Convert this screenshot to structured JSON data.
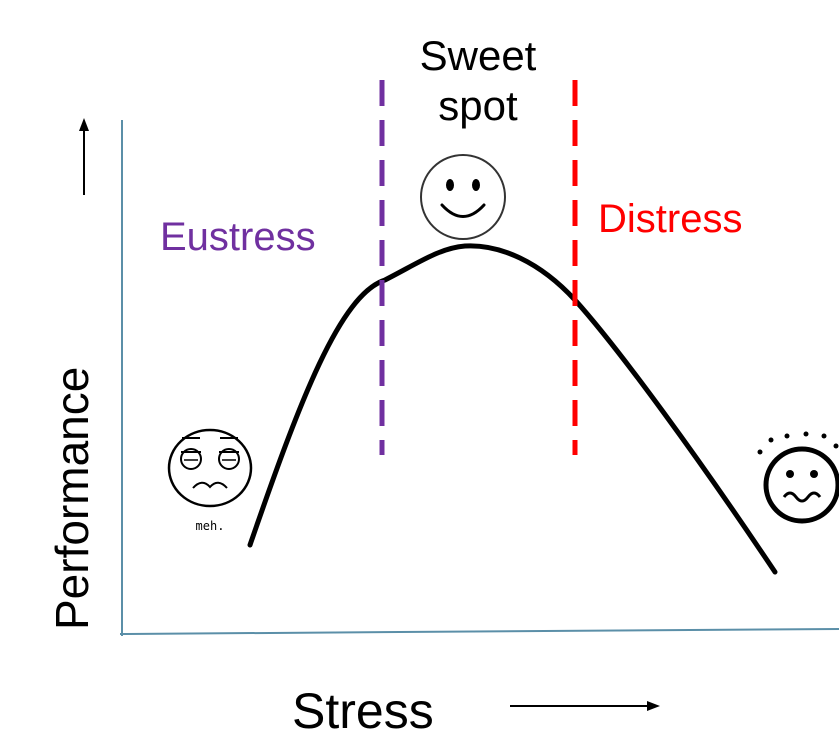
{
  "labels": {
    "y_axis": "Performance",
    "x_axis": "Stress",
    "sweet_spot_line1": "Sweet",
    "sweet_spot_line2": "spot",
    "eustress": "Eustress",
    "distress": "Distress",
    "meh_caption": "meh."
  },
  "colors": {
    "eustress": "#7030a0",
    "distress": "#ff0000",
    "curve": "#000000",
    "axis": "#5b8fa8"
  },
  "icons": {
    "low_stress_face": "bored-face-icon",
    "sweet_spot_face": "smiley-face-icon",
    "high_stress_face": "anxious-face-icon"
  }
}
